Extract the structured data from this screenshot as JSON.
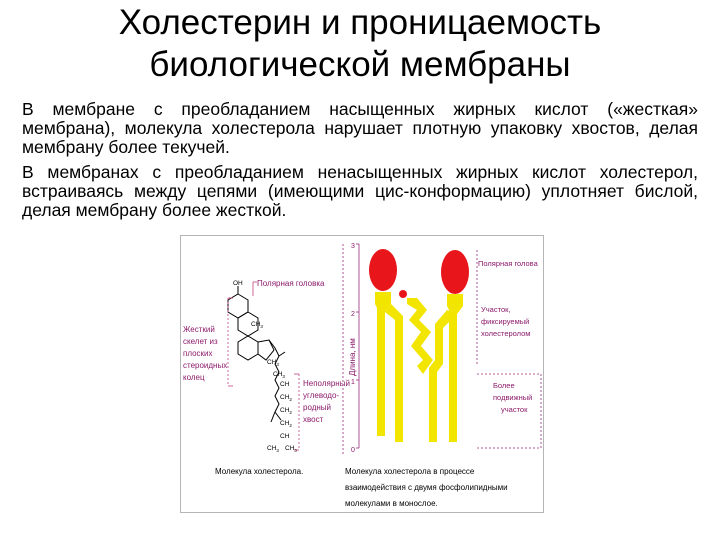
{
  "slide": {
    "title_line1": "Холестерин и проницаемость",
    "title_line2": "биологической мембраны",
    "paragraph1": "В мембране с преобладанием насыщенных жирных кислот («жесткая» мембрана), молекула холестерола нарушает плотную упаковку хвостов, делая мембрану более текучей.",
    "paragraph2": "В мембранах с преобладанием ненасыщенных жирных кислот холестерол, встраиваясь между цепями (имеющими цис-конформацию) уплотняет бислой, делая мембрану более жесткой."
  },
  "figure": {
    "left": {
      "polar_head_label": "Полярная головка",
      "rigid_label": [
        "Жесткий",
        "скелет из",
        "плоских",
        "стероидных",
        "колец"
      ],
      "tail_label": [
        "Неполярный",
        "углеводо-",
        "родный",
        "хвост"
      ],
      "caption": "Молекула холестерола.",
      "oh": "OH",
      "ch3": "CH",
      "ch": "CH",
      "sub3": "3",
      "sub2": "2"
    },
    "right": {
      "axis_label": "Длина, нм",
      "ticks": [
        "3",
        "2",
        "1",
        "0"
      ],
      "polar_head_label": "Полярная голова",
      "fixed_label": [
        "Участок,",
        "фиксируемый",
        "холестеролом"
      ],
      "mobile_label": [
        "Более",
        "подвижный",
        "участок"
      ],
      "caption": [
        "Молекула холестерола в процессе",
        "взаимодействия с двумя фосфолипидными",
        "молекулами в монослое."
      ]
    },
    "colors": {
      "head": "#e8161b",
      "tail": "#f2e600",
      "label": "#8b1a6b",
      "bracket": "#c04080",
      "dotted": "#9a2a7a"
    }
  }
}
